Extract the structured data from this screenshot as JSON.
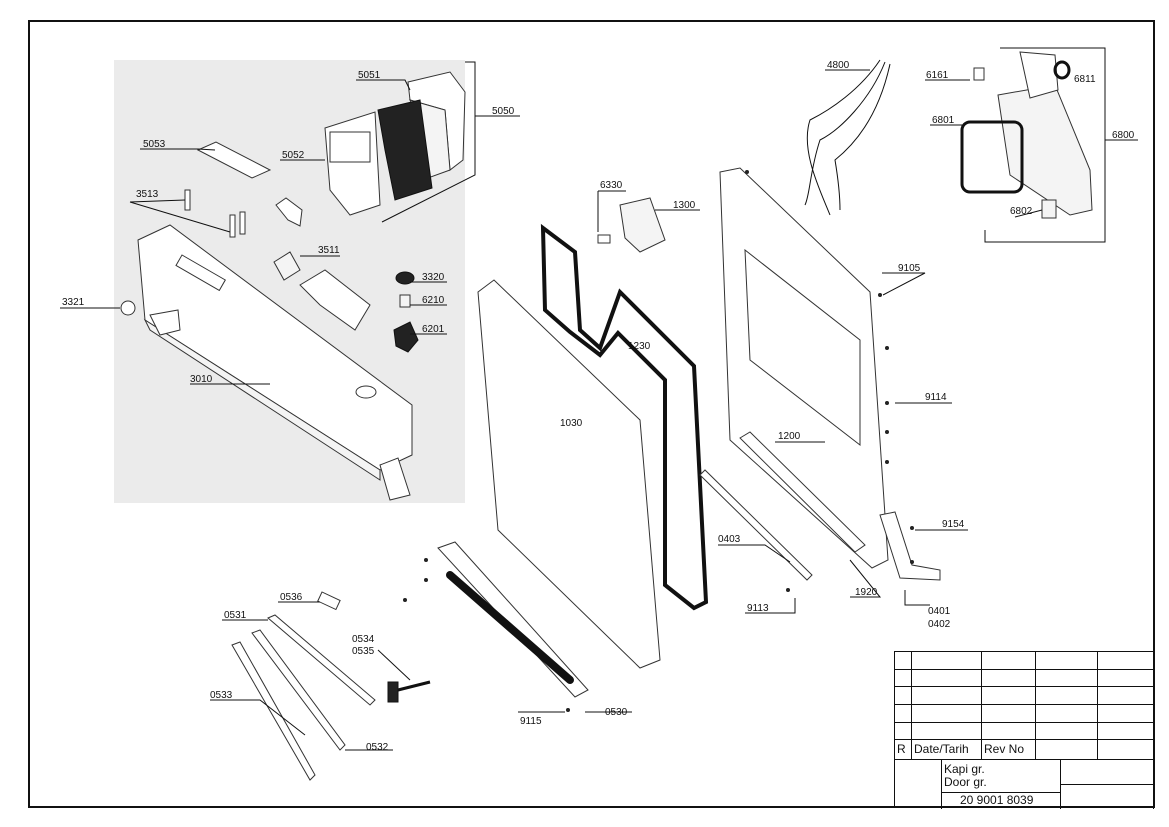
{
  "labels": {
    "p5051": "5051",
    "p5050": "5050",
    "p5053": "5053",
    "p5052": "5052",
    "p3513": "3513",
    "p3511": "3511",
    "p3320": "3320",
    "p6210": "6210",
    "p6201": "6201",
    "p3321": "3321",
    "p3010": "3010",
    "p6330": "6330",
    "p1300": "1300",
    "p1230": "1230",
    "p1030": "1030",
    "p4800": "4800",
    "p6161": "6161",
    "p6811": "6811",
    "p6801": "6801",
    "p6800": "6800",
    "p6802": "6802",
    "p9105": "9105",
    "p9114": "9114",
    "p1200": "1200",
    "p9154": "9154",
    "p0403": "0403",
    "p1920": "1920",
    "p0401": "0401",
    "p0402": "0402",
    "p9113": "9113",
    "p0536": "0536",
    "p0531": "0531",
    "p0534": "0534",
    "p0535": "0535",
    "p0533": "0533",
    "p0532": "0532",
    "p9115": "9115",
    "p0530": "0530"
  },
  "title_block": {
    "r": "R",
    "date": "Date/Tarih",
    "rev": "Rev No",
    "name_tr": "Kapi gr.",
    "name_en": "Door gr.",
    "number": "20 9001 8039"
  },
  "colors": {
    "line": "#111111",
    "panel": "#ececec"
  }
}
